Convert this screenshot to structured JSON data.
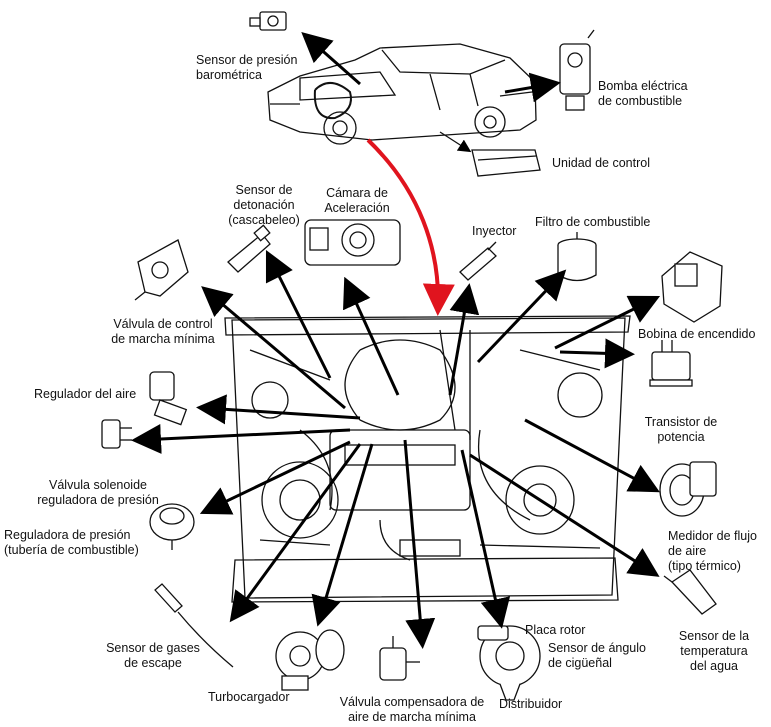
{
  "colors": {
    "ink": "#111111",
    "arrow": "#000000",
    "highlight_arrow": "#e0141e",
    "paper": "#ffffff"
  },
  "labels": {
    "baro": "Sensor de presión\nbarométrica",
    "pump": "Bomba eléctrica\nde combustible",
    "ecu": "Unidad de control",
    "knock": "Sensor de\ndetonación\n(cascabeleo)",
    "throttle": "Cámara de\nAceleración",
    "injector": "Inyector",
    "filter": "Filtro de combustible",
    "idle": "Válvula de control\nde marcha mínima",
    "coil": "Bobina de encendido",
    "air_reg": "Regulador del aire",
    "transistor": "Transistor de\npotencia",
    "solenoid": "Válvula solenoide\nreguladora de presión",
    "fuel_reg": "Reguladora de presión\n(tubería de combustible)",
    "maf": "Medidor de flujo\nde aire\n(tipo térmico)",
    "o2": "Sensor de gases\nde escape",
    "coolant": "Sensor de la\ntemperatura\ndel agua",
    "rotor": "Placa rotor",
    "crank": "Sensor de ángulo\nde cigüeñal",
    "turbo": "Turbocargador",
    "idle_comp": "Válvula compensadora de\naire de marcha mínima",
    "distributor": "Distribuidor"
  },
  "icons": [
    "car-icon",
    "engine-bay-icon",
    "baro-sensor-icon",
    "fuel-pump-icon",
    "ecu-icon",
    "knock-sensor-icon",
    "throttle-body-icon",
    "injector-icon",
    "fuel-filter-icon",
    "idle-valve-icon",
    "ignition-coil-icon",
    "air-regulator-icon",
    "power-transistor-icon",
    "solenoid-valve-icon",
    "pressure-regulator-icon",
    "maf-sensor-icon",
    "o2-sensor-icon",
    "coolant-sensor-icon",
    "turbo-icon",
    "idle-comp-valve-icon",
    "distributor-icon"
  ]
}
